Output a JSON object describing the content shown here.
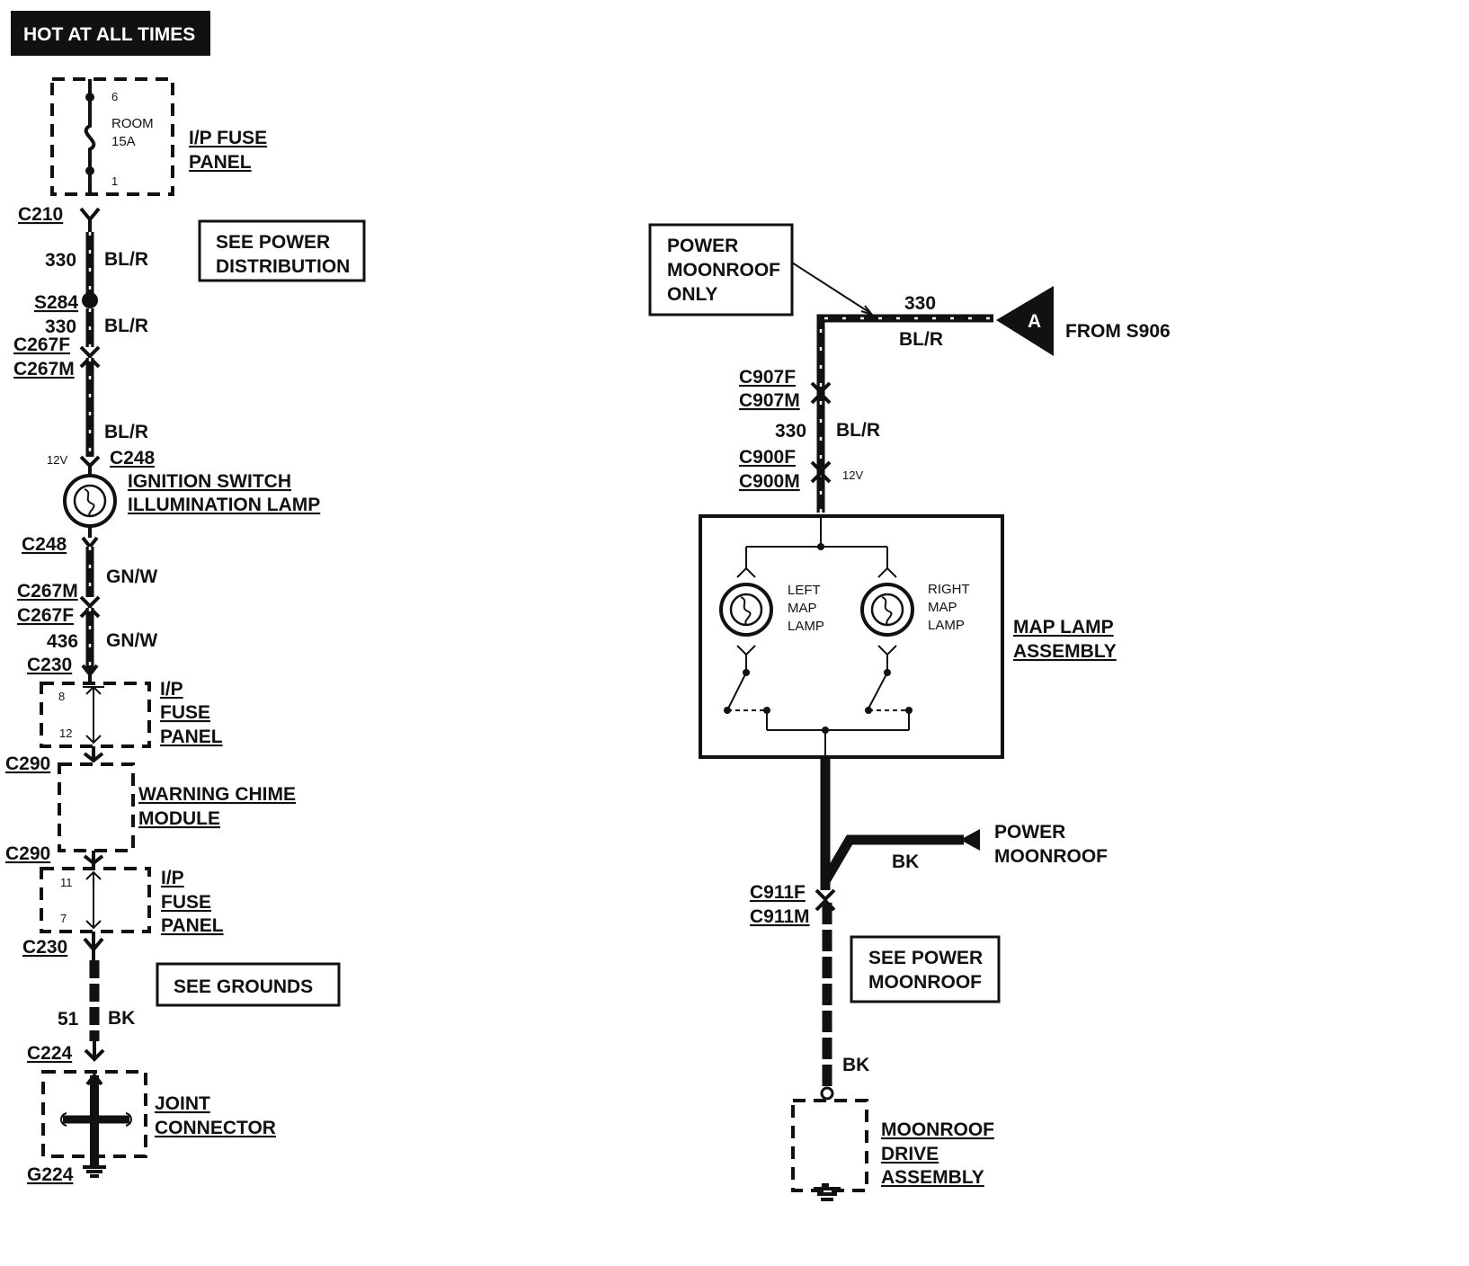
{
  "header": {
    "title": "HOT AT ALL TIMES"
  },
  "left": {
    "fuse_top": {
      "pin_in": "6",
      "name": "ROOM",
      "rating": "15A",
      "pin_out": "1",
      "label_1": "I/P FUSE",
      "label_2": "PANEL"
    },
    "c210": "C210",
    "see_power_1": "SEE POWER",
    "see_power_2": "DISTRIBUTION",
    "circuit_330_a": "330",
    "color_blr_a": "BL/R",
    "s284": "S284",
    "circuit_330_b": "330",
    "color_blr_b": "BL/R",
    "c267f_a": "C267F",
    "c267m_a": "C267M",
    "color_blr_c": "BL/R",
    "v12": "12V",
    "c248_a": "C248",
    "lamp_1": "IGNITION SWITCH",
    "lamp_2": "ILLUMINATION LAMP",
    "c248_b": "C248",
    "color_gnw_a": "GN/W",
    "c267m_b": "C267M",
    "c267f_b": "C267F",
    "circuit_436": "436",
    "color_gnw_b": "GN/W",
    "c230_a": "C230",
    "fuse_mid": {
      "pin_in": "8",
      "pin_out": "12",
      "label_1": "I/P",
      "label_2": "FUSE",
      "label_3": "PANEL"
    },
    "c290_a": "C290",
    "chime_1": "WARNING CHIME",
    "chime_2": "MODULE",
    "c290_b": "C290",
    "fuse_low": {
      "pin_in": "11",
      "pin_out": "7",
      "label_1": "I/P",
      "label_2": "FUSE",
      "label_3": "PANEL"
    },
    "c230_b": "C230",
    "see_grounds": "SEE GROUNDS",
    "circuit_51": "51",
    "color_bk": "BK",
    "c224": "C224",
    "joint_1": "JOINT",
    "joint_2": "CONNECTOR",
    "g224": "G224"
  },
  "right": {
    "note_1": "POWER",
    "note_2": "MOONROOF",
    "note_3": "ONLY",
    "circuit_330_a": "330",
    "color_blr_a": "BL/R",
    "ref_letter": "A",
    "from": "FROM S906",
    "c907f": "C907F",
    "c907m": "C907M",
    "circuit_330_b": "330",
    "color_blr_b": "BL/R",
    "c900f": "C900F",
    "c900m": "C900M",
    "v12": "12V",
    "left_lamp": [
      "LEFT",
      "MAP",
      "LAMP"
    ],
    "right_lamp": [
      "RIGHT",
      "MAP",
      "LAMP"
    ],
    "assembly_1": "MAP LAMP",
    "assembly_2": "ASSEMBLY",
    "moonroof_1": "POWER",
    "moonroof_2": "MOONROOF",
    "color_bk_a": "BK",
    "c911f": "C911F",
    "c911m": "C911M",
    "see_moonroof_1": "SEE POWER",
    "see_moonroof_2": "MOONROOF",
    "color_bk_b": "BK",
    "drive_1": "MOONROOF",
    "drive_2": "DRIVE",
    "drive_3": "ASSEMBLY"
  }
}
